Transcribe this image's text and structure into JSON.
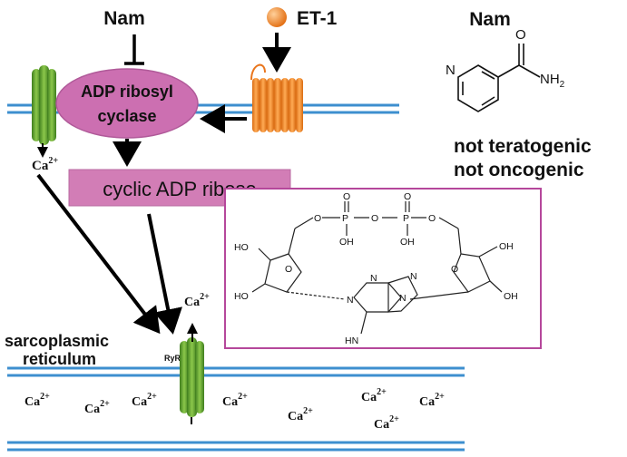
{
  "labels": {
    "nam_top": "Nam",
    "et1": "ET-1",
    "nam_right": "Nam",
    "enzyme_line1": "ADP ribosyl",
    "enzyme_line2": "cyclase",
    "product": "cyclic ADP ribose",
    "not_teratogenic": "not teratogenic",
    "not_oncogenic": "not oncogenic",
    "sr_line1": "sarcoplasmic",
    "sr_line2": "reticulum",
    "ryr": "RyR"
  },
  "ion": {
    "base": "Ca",
    "charge": "2+"
  },
  "nicotinamide": {
    "oxygen": "O",
    "amine": "NH",
    "amine_sub": "2",
    "nitrogen": "N"
  },
  "cadpr": {
    "P": "P",
    "O": "O",
    "OH": "OH",
    "HO": "HO",
    "N": "N",
    "HN": "HN"
  },
  "colors": {
    "membrane": "#3d8fcf",
    "channel": "#6fae3a",
    "receptor": "#f08a2c",
    "ligand": "#ef7f1a",
    "enzyme": "#cc6fb1",
    "product_box": "#d27db6",
    "structure_border": "#b5479b"
  }
}
